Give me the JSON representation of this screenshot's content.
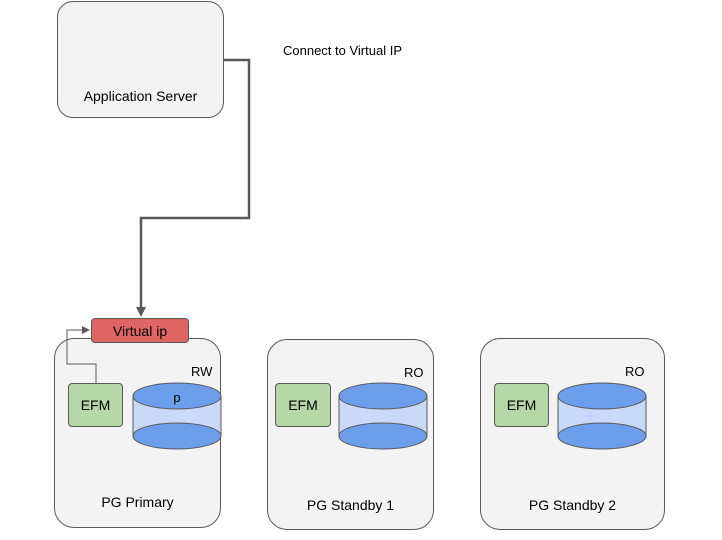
{
  "nodes": {
    "app_server": "Application Server",
    "virtual_ip": "Virtual ip",
    "primary": {
      "title": "PG Primary",
      "mode": "RW",
      "agent": "EFM",
      "db_label": "p"
    },
    "standby1": {
      "title": "PG Standby 1",
      "mode": "RO",
      "agent": "EFM"
    },
    "standby2": {
      "title": "PG Standby 2",
      "mode": "RO",
      "agent": "EFM"
    }
  },
  "edges": {
    "connect_label": "Connect to Virtual IP"
  },
  "colors": {
    "server_fill": "#f3f3f3",
    "efm_fill": "#b6d7a8",
    "vip_fill": "#e06666",
    "db_fill": "#6d9eeb",
    "db_side": "#c9daf8",
    "stroke": "#595959"
  }
}
